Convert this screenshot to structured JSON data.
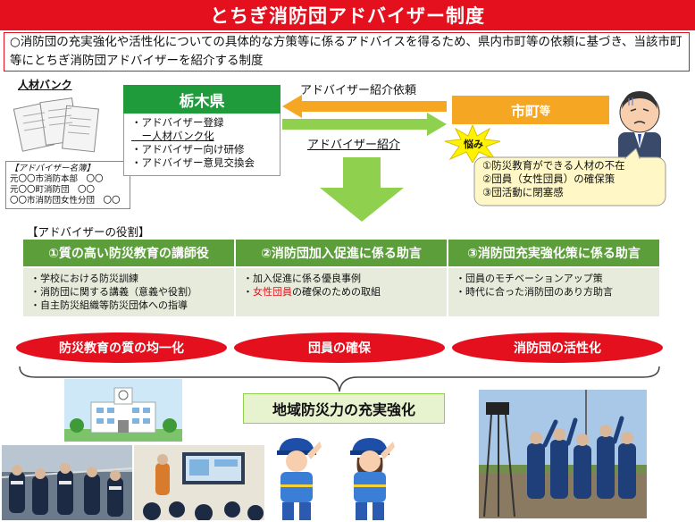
{
  "title": "とちぎ消防団アドバイザー制度",
  "intro": "○消防団の充実強化や活性化についての具体的な方策等に係るアドバイスを得るため、県内市町等の依頼に基づき、当該市町等にとちぎ消防団アドバイザーを紹介する制度",
  "jinzai_bank": {
    "label": "人材バンク",
    "card_title": "【アドバイザー名簿】",
    "card_lines": [
      "元〇〇市消防本部　〇〇",
      "元〇〇町消防団　〇〇",
      "〇〇市消防団女性分団　〇〇"
    ]
  },
  "prefecture": {
    "name": "栃木県",
    "tasks": [
      "・アドバイザー登録",
      "　ー人材バンク化",
      "・アドバイザー向け研修",
      "・アドバイザー意見交換会"
    ]
  },
  "arrows": {
    "request": "アドバイザー紹介依頼",
    "introduce": "アドバイザー紹介"
  },
  "municipality": {
    "name": "市町",
    "suffix": "等",
    "worry_label": "悩み",
    "worries": [
      "①防災教育ができる人材の不在",
      "②団員（女性団員）の確保策",
      "③団活動に閉塞感"
    ]
  },
  "roles": {
    "heading": "【アドバイザーの役割】",
    "items": [
      {
        "title": "①質の高い防災教育の講師役",
        "points": [
          "・学校における防災訓練",
          "・消防団に関する講義（意義や役割）",
          "・自主防災組織等防災団体への指導"
        ]
      },
      {
        "title": "②消防団加入促進に係る助言",
        "points": [
          "・加入促進に係る優良事例",
          "・女性団員の確保のための取組"
        ],
        "highlight": "女性団員"
      },
      {
        "title": "③消防団充実強化策に係る助言",
        "points": [
          "・団員のモチベーションアップ策",
          "・時代に合った消防団のあり方助言"
        ]
      }
    ]
  },
  "outcomes": [
    "防災教育の質の均一化",
    "団員の確保",
    "消防団の活性化"
  ],
  "goal": "地域防災力の充実強化",
  "colors": {
    "red": "#e5101e",
    "green": "#1f9b3c",
    "light_green": "#8fd14f",
    "orange": "#f5a623",
    "yellow": "#fff200"
  }
}
